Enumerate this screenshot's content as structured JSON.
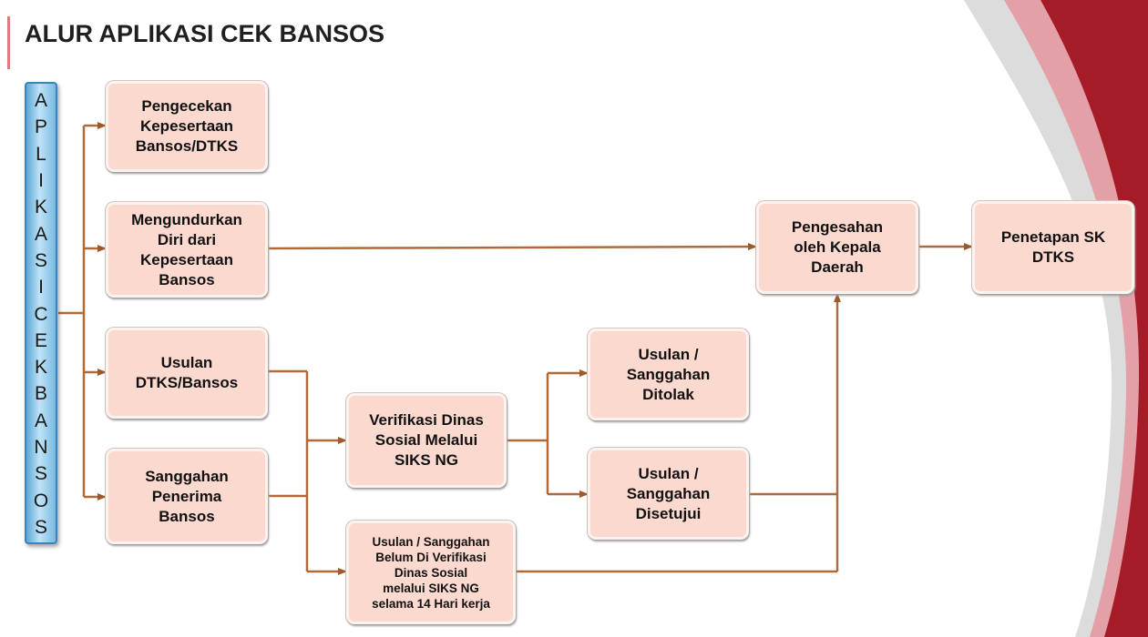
{
  "title": "ALUR APLIKASI CEK BANSOS",
  "side_label": "APLIKASICEKBANSOS",
  "nodes": {
    "pengecekan": "Pengecekan\nKepesertaan\nBansos/DTKS",
    "mengundurkan": "Mengundurkan\nDiri dari\nKepesertaan\nBansos",
    "usulan": "Usulan\nDTKS/Bansos",
    "sanggahan": "Sanggahan\nPenerima\nBansos",
    "verifikasi": "Verifikasi Dinas\nSosial Melalui\nSIKS NG",
    "belum": "Usulan / Sanggahan\nBelum Di Verifikasi\nDinas Sosial\nmelalui SIKS NG\nselama 14 Hari kerja",
    "ditolak": "Usulan /\nSanggahan\nDitolak",
    "disetujui": "Usulan /\nSanggahan\nDisetujui",
    "pengesahan": "Pengesahan\noleh Kepala\nDaerah",
    "penetapan": "Penetapan SK\nDTKS"
  },
  "colors": {
    "accent_red": "#a51c28",
    "node_fill": "#fcd9cf",
    "connector": "#9b5a2c",
    "side_bar": "#7ab9e0"
  }
}
